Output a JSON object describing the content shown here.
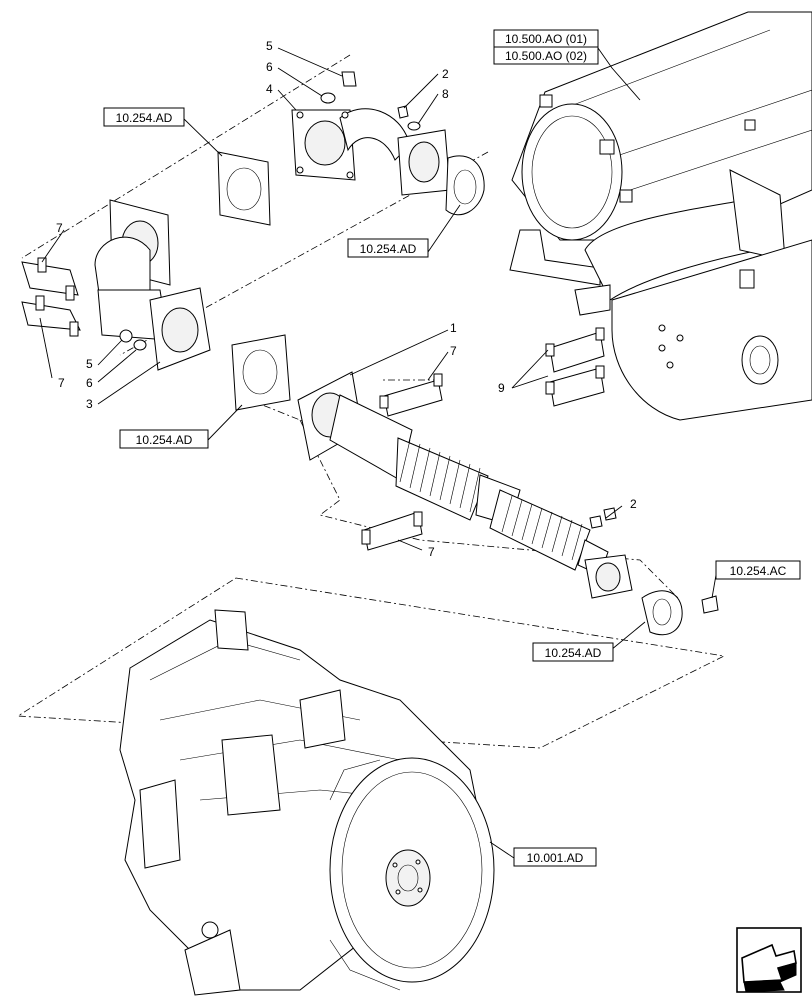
{
  "refs": {
    "ref_10500_ao_01": "10.500.AO (01)",
    "ref_10500_ao_02": "10.500.AO (02)",
    "ref_10254_ad_top_left": "10.254.AD",
    "ref_10254_ad_mid": "10.254.AD",
    "ref_10254_ad_left": "10.254.AD",
    "ref_10254_ad_bottom": "10.254.AD",
    "ref_10254_ac": "10.254.AC",
    "ref_10001_ad": "10.001.AD"
  },
  "callouts": {
    "c5_top": "5",
    "c6_top": "6",
    "c4": "4",
    "c2_top": "2",
    "c8": "8",
    "c7_left_top": "7",
    "c5_left": "5",
    "c6_left": "6",
    "c3": "3",
    "c7_left_bottom": "7",
    "c1": "1",
    "c7_mid": "7",
    "c9": "9",
    "c2_bottom": "2",
    "c7_bottom": "7"
  },
  "icons": {
    "navigation": "navigation-arrow-icon"
  }
}
